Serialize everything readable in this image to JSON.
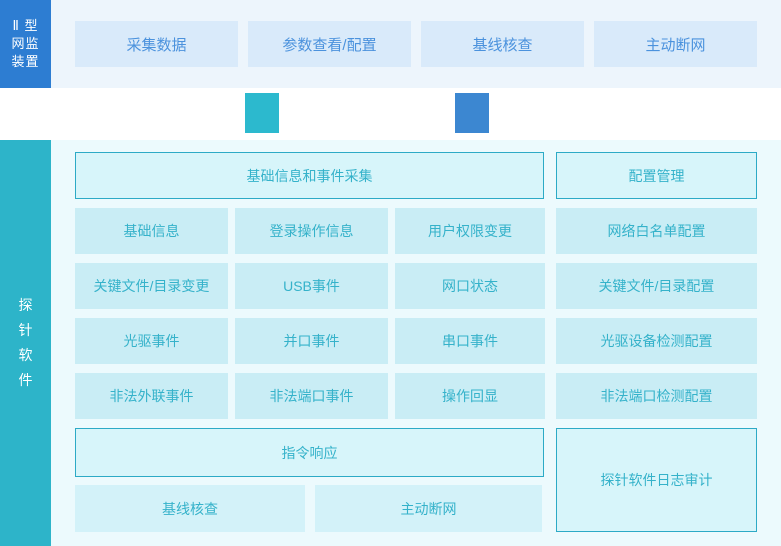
{
  "device_panel": {
    "label_lines": [
      "Ⅱ 型",
      "网监",
      "装置"
    ]
  },
  "top_bar": {
    "buttons": [
      "采集数据",
      "参数查看/配置",
      "基线核查",
      "主动断网"
    ]
  },
  "connectors": {
    "left_color": "#2cb9ce",
    "right_color": "#3c87d1"
  },
  "probe_panel": {
    "label": "探针软件",
    "chars": [
      "探",
      "针",
      "软",
      "件"
    ]
  },
  "main": {
    "collection_header": "基础信息和事件采集",
    "config_header": "配置管理",
    "collection_cells": [
      "基础信息",
      "登录操作信息",
      "用户权限变更",
      "关键文件/目录变更",
      "USB事件",
      "网口状态",
      "光驱事件",
      "并口事件",
      "串口事件",
      "非法外联事件",
      "非法端口事件",
      "操作回显"
    ],
    "config_cells": [
      "网络白名单配置",
      "关键文件/目录配置",
      "光驱设备检测配置",
      "非法端口检测配置"
    ],
    "command_response": "指令响应",
    "log_audit": "探针软件日志审计",
    "bottom_buttons": [
      "基线核查",
      "主动断网"
    ]
  },
  "colors": {
    "device_blue": "#2d7dd2",
    "top_bar_bg": "#edf5fc",
    "top_button_bg": "#d9eafa",
    "top_text_blue": "#4b92dd",
    "sidebar_teal": "#2db4c9",
    "main_bg": "#ecfafd",
    "cell_bg": "#c9edf5",
    "bordered_fill": "#d7f5fa",
    "border_teal": "#2caac6",
    "bottom_button_bg": "#d3f2f9",
    "main_text_teal": "#35b2ca"
  }
}
